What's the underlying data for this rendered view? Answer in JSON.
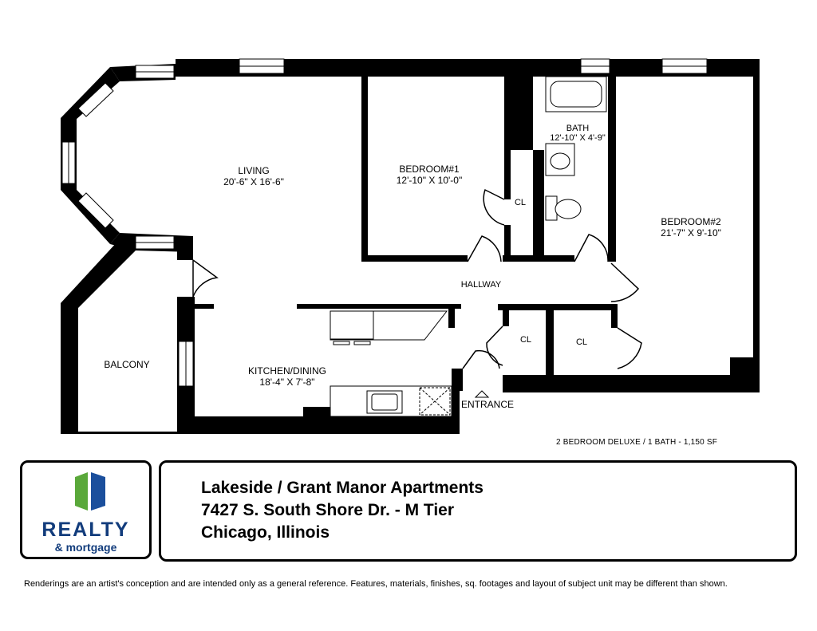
{
  "rooms": {
    "living": {
      "name": "LIVING",
      "dims": "20'-6\" X 16'-6\""
    },
    "bedroom1": {
      "name": "BEDROOM#1",
      "dims": "12'-10\" X 10'-0\""
    },
    "bath": {
      "name": "BATH",
      "dims": "12'-10\" X 4'-9\""
    },
    "bedroom2": {
      "name": "BEDROOM#2",
      "dims": "21'-7\" X 9'-10\""
    },
    "kitchen": {
      "name": "KITCHEN/DINING",
      "dims": "18'-4\" X 7'-8\""
    },
    "balcony": {
      "name": "BALCONY"
    },
    "hallway": {
      "name": "HALLWAY"
    },
    "closet1": {
      "name": "CL"
    },
    "closet2": {
      "name": "CL"
    },
    "closet3": {
      "name": "CL"
    },
    "entrance": {
      "name": "ENTRANCE"
    }
  },
  "unit_summary": "2 BEDROOM DELUXE  /  1  BATH - 1,150 SF",
  "logo": {
    "name": "REALTY",
    "sub": "& mortgage",
    "colors": {
      "green": "#5aa83a",
      "blue": "#1b4f9c",
      "text": "#123c7c"
    }
  },
  "property": {
    "line1": "Lakeside / Grant Manor Apartments",
    "line2": "7427 S. South Shore Dr. - M Tier",
    "line3": "Chicago, Illinois"
  },
  "disclaimer": "Renderings are an artist's conception and are intended only as a general reference. Features, materials, finishes, sq. footages and layout of subject unit may be different than shown."
}
